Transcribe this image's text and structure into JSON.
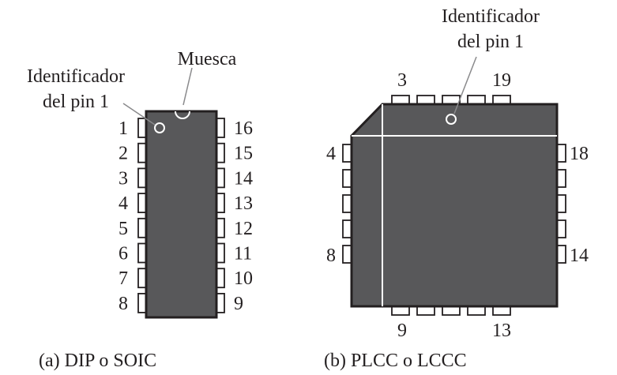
{
  "dip": {
    "caption": "(a)  DIP o SOIC",
    "notch_label": "Muesca",
    "pin1_label_line1": "Identificador",
    "pin1_label_line2": "del pin 1",
    "left_pins": [
      "1",
      "2",
      "3",
      "4",
      "5",
      "6",
      "7",
      "8"
    ],
    "right_pins": [
      "16",
      "15",
      "14",
      "13",
      "12",
      "11",
      "10",
      "9"
    ]
  },
  "plcc": {
    "caption": "(b)  PLCC o LCCC",
    "pin1_label_line1": "Identificador",
    "pin1_label_line2": "del pin 1",
    "top_left_num": "3",
    "top_right_num": "19",
    "left_top_num": "4",
    "left_bottom_num": "8",
    "right_top_num": "18",
    "right_bottom_num": "14",
    "bottom_left_num": "9",
    "bottom_right_num": "13"
  },
  "colors": {
    "body": "#58585a",
    "outline": "#231f20",
    "text": "#231f20",
    "marker": "#ffffff"
  }
}
